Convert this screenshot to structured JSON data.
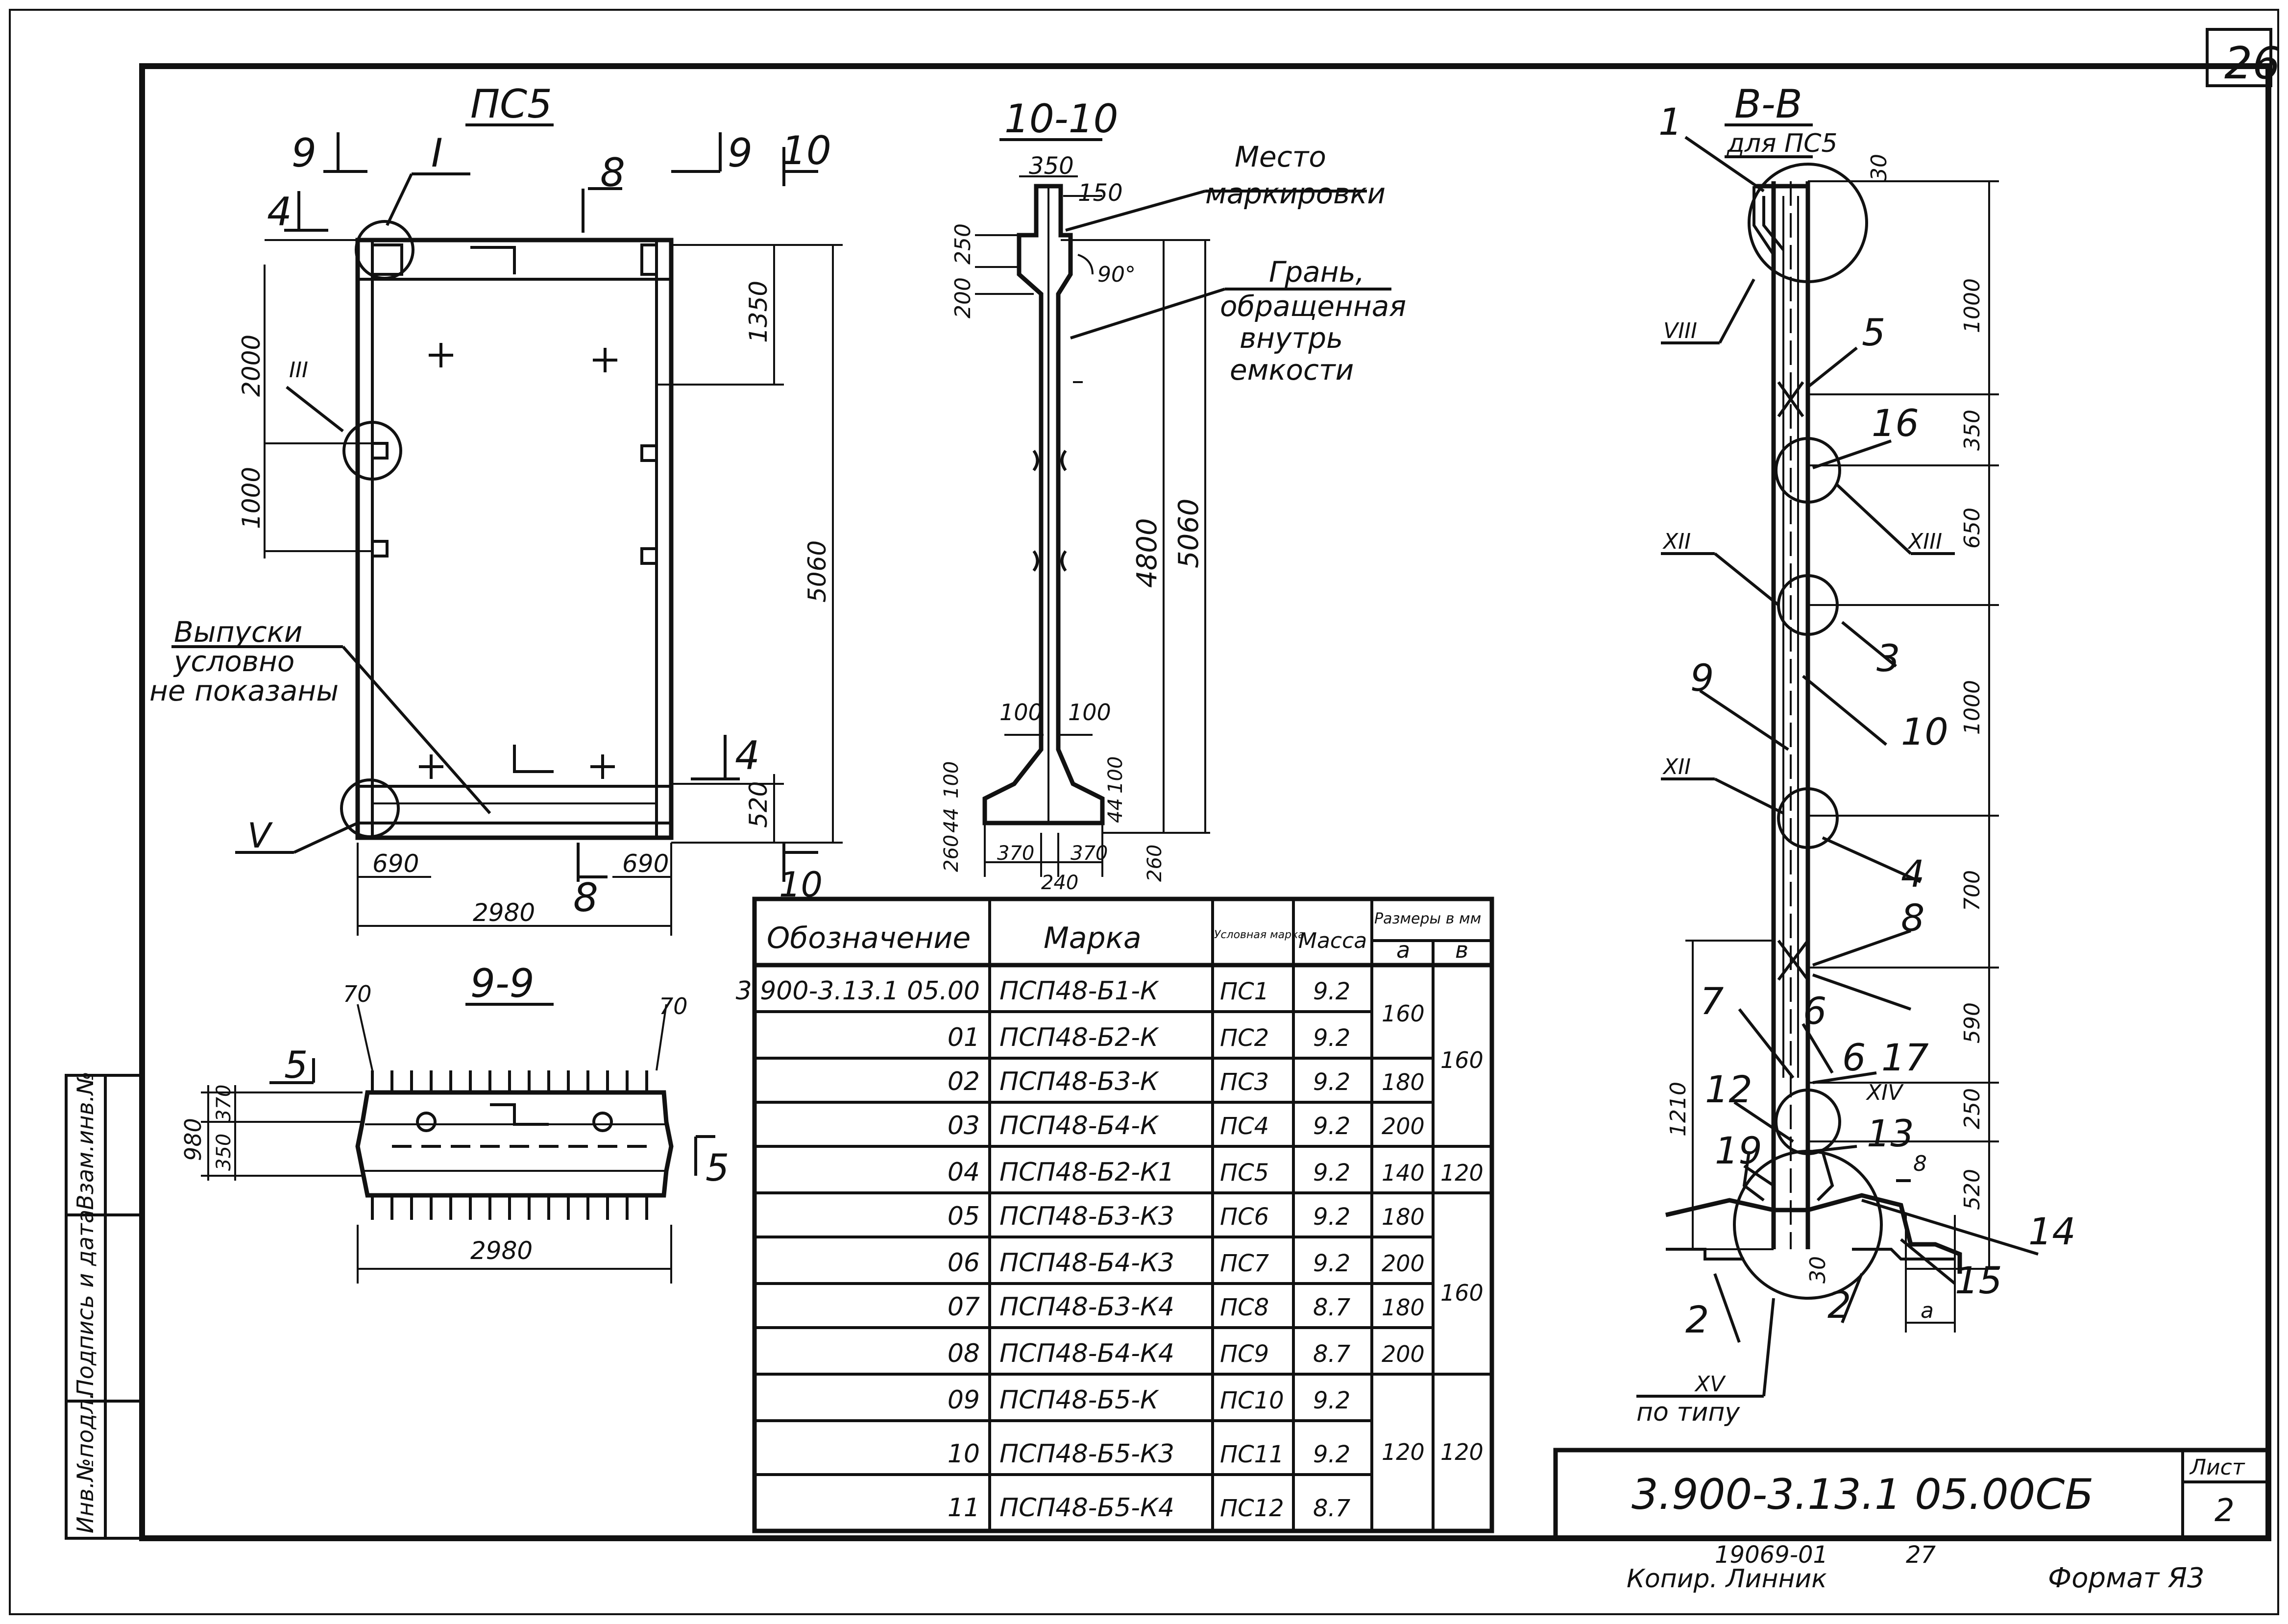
{
  "sheet": {
    "page_number": "26",
    "doc_code": "3.900-3.13.1 05.00СБ",
    "list_label": "Лист",
    "list_number": "2",
    "copy_number": "19069-01",
    "copy_sheet": "27",
    "copied_by": "Копир. Линник",
    "format": "Формат Я3",
    "stamp_cells": [
      "Инв.№подл.",
      "Подпись и дата",
      "Взам.инв.№"
    ]
  },
  "views": {
    "ps5": {
      "title": "ПС5",
      "cut_9a": "9",
      "cut_9b": "9",
      "cut_8a": "8",
      "cut_8b": "8",
      "cut_10a": "10",
      "cut_10b": "10",
      "cut_4a": "4",
      "cut_4b": "4",
      "node_I": "I",
      "node_III": "III",
      "node_V": "V",
      "dim_2000": "2000",
      "dim_1000": "1000",
      "dim_1350": "1350",
      "dim_5060": "5060",
      "dim_520": "520",
      "dim_690a": "690",
      "dim_690b": "690",
      "dim_2980": "2980",
      "note_l1": "Выпуски",
      "note_l2": "условно",
      "note_l3": "не показаны"
    },
    "s1010": {
      "title": "10-10",
      "dim_350": "350",
      "dim_150": "150",
      "dim_250": "250",
      "dim_200": "200",
      "angle": "90°",
      "dim_4800": "4800",
      "dim_5060": "5060",
      "dim_100a": "100",
      "dim_100b": "100",
      "dim_100c": "100",
      "dim_100d": "100",
      "dim_44a": "44",
      "dim_44b": "44",
      "dim_260a": "260",
      "dim_260b": "260",
      "dim_370a": "370",
      "dim_370b": "370",
      "dim_240": "240",
      "mark_l1": "Место",
      "mark_l2": "маркировки",
      "face_l1": "Грань,",
      "face_l2": "обращенная",
      "face_l3": "внутрь",
      "face_l4": "емкости"
    },
    "s99": {
      "title": "9-9",
      "dim_70a": "70",
      "dim_70b": "70",
      "dim_980": "980",
      "dim_350": "350",
      "dim_370": "370",
      "cut_5a": "5",
      "cut_5b": "5",
      "dim_2980": "2980"
    },
    "sbb": {
      "title": "В-В",
      "subtitle": "для ПС5",
      "pos": [
        "1",
        "5",
        "16",
        "3",
        "9",
        "10",
        "4",
        "8",
        "7",
        "6",
        "6",
        "17",
        "12",
        "13",
        "19",
        "14",
        "15",
        "2",
        "2"
      ],
      "nodes": [
        "VIII",
        "XII",
        "XIII",
        "XII",
        "XIV",
        "XV"
      ],
      "dims": [
        "30",
        "1000",
        "350",
        "650",
        "1000",
        "700",
        "590",
        "250",
        "520",
        "1210",
        "30",
        "8",
        "a"
      ],
      "typ_note": "по типу"
    }
  },
  "spec_table": {
    "headers": {
      "designation": "Обозначение",
      "mark": "Марка",
      "cond_mark": "Условная марка",
      "mass": "Масса",
      "sizes": "Размеры в мм",
      "a": "а",
      "b": "в"
    },
    "rows": [
      {
        "designation": "3.900-3.13.1 05.00",
        "mark": "ПСП48-Б1-К",
        "cond": "ПС1",
        "mass": "9.2"
      },
      {
        "designation": "01",
        "mark": "ПСП48-Б2-К",
        "cond": "ПС2",
        "mass": "9.2"
      },
      {
        "designation": "02",
        "mark": "ПСП48-Б3-К",
        "cond": "ПС3",
        "mass": "9.2"
      },
      {
        "designation": "03",
        "mark": "ПСП48-Б4-К",
        "cond": "ПС4",
        "mass": "9.2"
      },
      {
        "designation": "04",
        "mark": "ПСП48-Б2-К1",
        "cond": "ПС5",
        "mass": "9.2"
      },
      {
        "designation": "05",
        "mark": "ПСП48-Б3-К3",
        "cond": "ПС6",
        "mass": "9.2"
      },
      {
        "designation": "06",
        "mark": "ПСП48-Б4-К3",
        "cond": "ПС7",
        "mass": "9.2"
      },
      {
        "designation": "07",
        "mark": "ПСП48-Б3-К4",
        "cond": "ПС8",
        "mass": "8.7"
      },
      {
        "designation": "08",
        "mark": "ПСП48-Б4-К4",
        "cond": "ПС9",
        "mass": "8.7"
      },
      {
        "designation": "09",
        "mark": "ПСП48-Б5-К",
        "cond": "ПС10",
        "mass": "9.2"
      },
      {
        "designation": "10",
        "mark": "ПСП48-Б5-К3",
        "cond": "ПС11",
        "mass": "9.2"
      },
      {
        "designation": "11",
        "mark": "ПСП48-Б5-К4",
        "cond": "ПС12",
        "mass": "8.7"
      }
    ],
    "size_a": [
      "160",
      "180",
      "200",
      "140",
      "180",
      "200",
      "180",
      "200",
      "120"
    ],
    "size_b": [
      "160",
      "120",
      "160",
      "120"
    ]
  }
}
